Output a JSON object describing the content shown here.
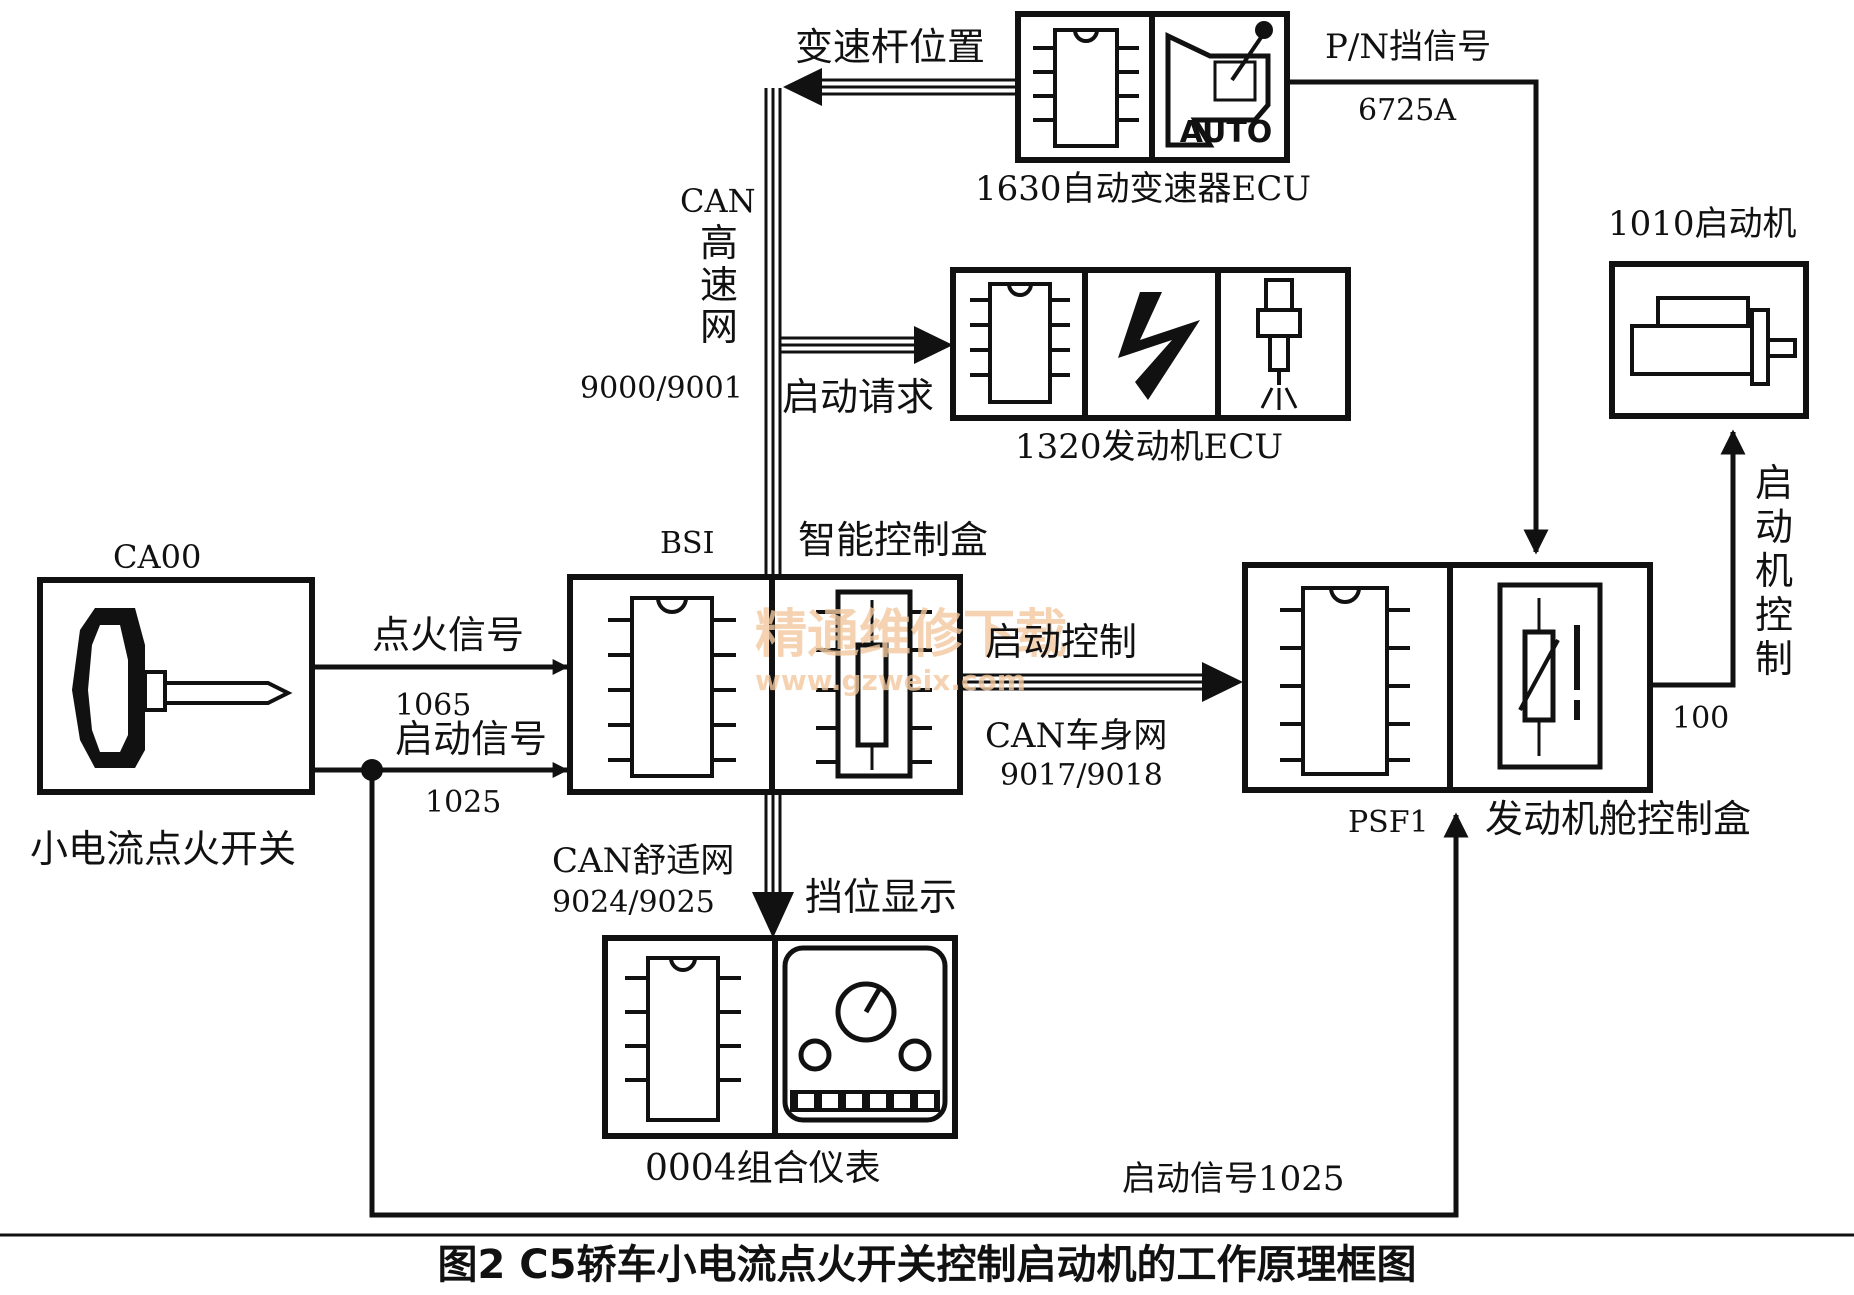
{
  "caption": "图2 C5轿车小电流点火开关控制启动机的工作原理框图",
  "watermark": {
    "text1": "精通维修下载",
    "text2": "www.gzweix.com"
  },
  "components": {
    "ignition_switch": {
      "code": "CA00",
      "name": "小电流点火开关"
    },
    "bsi": {
      "code": "BSI",
      "name": "智能控制盒"
    },
    "gearbox_ecu": {
      "name": "1630自动变速器ECU",
      "auto_label": "AUTO"
    },
    "engine_ecu": {
      "name": "1320发动机ECU"
    },
    "psf1": {
      "code": "PSF1",
      "name": "发动机舱控制盒"
    },
    "starter": {
      "name": "1010启动机"
    },
    "cluster": {
      "name": "0004组合仪表"
    }
  },
  "signals": {
    "ignition": {
      "label": "点火信号",
      "wire": "1065"
    },
    "start": {
      "label": "启动信号",
      "wire": "1025"
    },
    "start_bottom": "启动信号1025",
    "gear_position": "变速杆位置",
    "pn_signal": {
      "label": "P/N挡信号",
      "wire": "6725A"
    },
    "can_high": {
      "label": [
        "CAN",
        "高",
        "速",
        "网"
      ],
      "wires": "9000/9001"
    },
    "start_request": "启动请求",
    "start_control": "启动控制",
    "can_body": {
      "label": "CAN车身网",
      "wires": "9017/9018"
    },
    "can_comfort": {
      "label": "CAN舒适网",
      "wires": "9024/9025"
    },
    "gear_display": "挡位显示",
    "starter_control": {
      "label": [
        "启",
        "动",
        "机",
        "控",
        "制"
      ],
      "wire": "100"
    }
  }
}
